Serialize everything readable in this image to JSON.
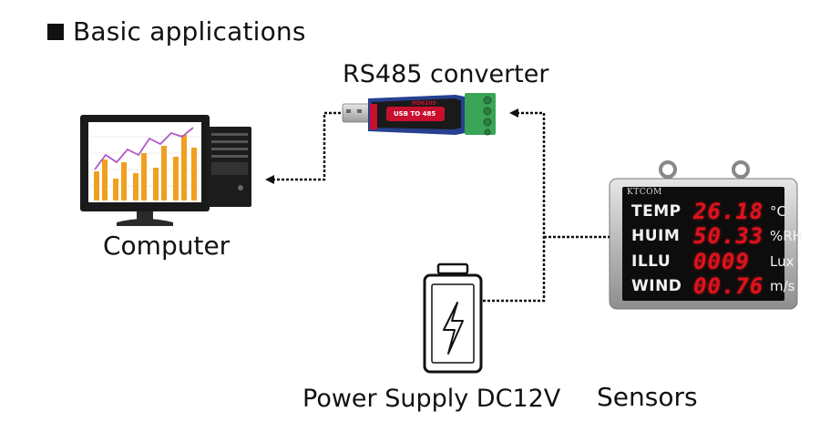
{
  "title": "Basic applications",
  "labels": {
    "converter": "RS485 converter",
    "computer": "Computer",
    "power": "Power Supply DC12V",
    "sensors": "Sensors"
  },
  "converter_device": {
    "main_label": "USB TO 485",
    "model": "HD6205"
  },
  "sensor_display": {
    "brand": "KTCOM",
    "rows": [
      {
        "name": "TEMP",
        "value": "26.18",
        "unit": "°C"
      },
      {
        "name": "HUIM",
        "value": "50.33",
        "unit": "%RH"
      },
      {
        "name": "ILLU",
        "value": "0009",
        "unit": "Lux"
      },
      {
        "name": "WIND",
        "value": "00.76",
        "unit": "m/s"
      }
    ]
  },
  "colors": {
    "led_red": "#e0121c",
    "connector_green": "#3aa557",
    "converter_red": "#c8102e",
    "chart_orange": "#f0a020",
    "chart_line": "#b05ac8"
  }
}
